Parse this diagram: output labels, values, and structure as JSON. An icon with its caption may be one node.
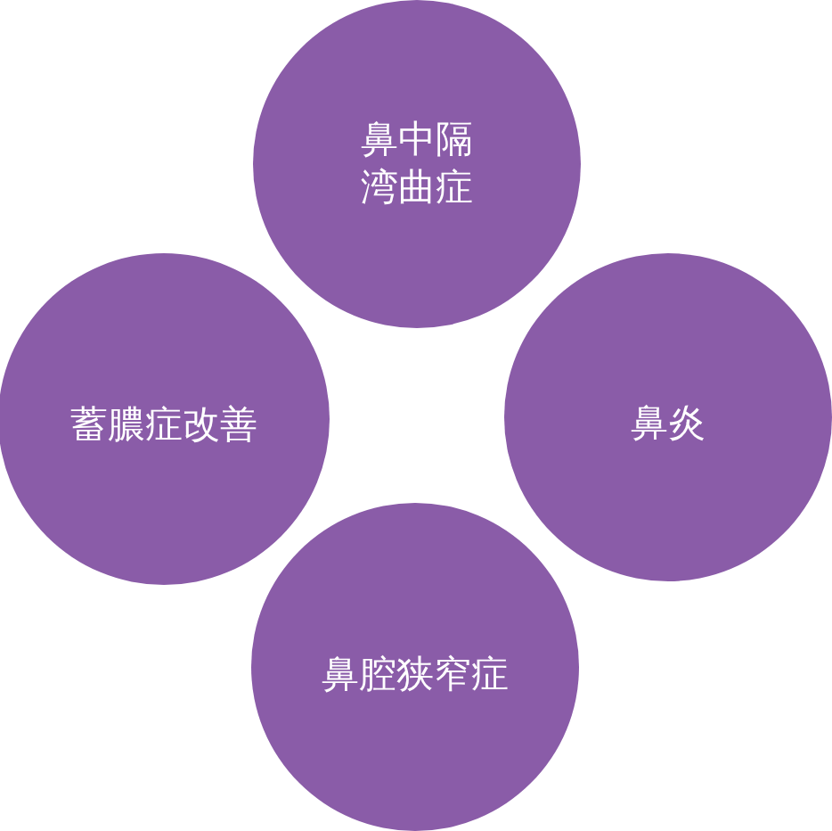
{
  "diagram": {
    "nodes": [
      {
        "text": [
          "鼻中隔湾曲症"
        ]
      },
      {
        "text": [
          "蓄膿症改善"
        ]
      },
      {
        "text": [
          "鼻炎"
        ]
      },
      {
        "text": [
          "鼻腔狭窄症"
        ]
      }
    ]
  }
}
